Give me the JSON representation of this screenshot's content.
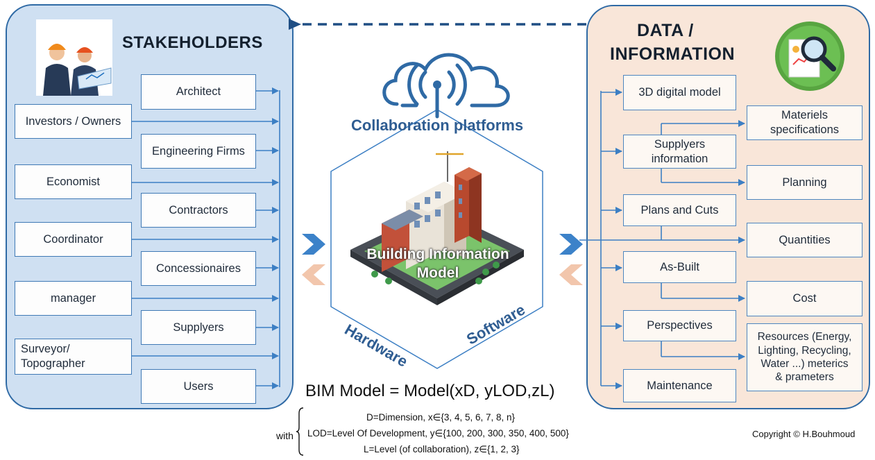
{
  "stakeholders": {
    "title": "STAKEHOLDERS",
    "right_column": [
      "Architect",
      "Engineering Firms",
      "Contractors",
      "Concessionaires",
      "Supplyers",
      "Users"
    ],
    "left_column": [
      "Investors / Owners",
      "Economist",
      "Coordinator",
      "manager",
      "Surveyor/\nTopographer"
    ]
  },
  "data_panel": {
    "title_line1": "DATA /",
    "title_line2": "INFORMATION",
    "left_column": [
      "3D digital model",
      "Supplyers\ninformation",
      "Plans and Cuts",
      "As-Built",
      "Perspectives",
      "Maintenance"
    ],
    "right_column": [
      "Materiels\nspecifications",
      "Planning",
      "Quantities",
      "Cost",
      "Resources (Energy,\nLighting, Recycling,\nWater ...) meterics\n& prameters"
    ]
  },
  "center": {
    "cloud_label": "Collaboration platforms",
    "building_label_line1": "Building Information",
    "building_label_line2": "Model",
    "hardware_label": "Hardware",
    "software_label": "Software"
  },
  "formula": {
    "main": "BIM Model = Model(xD, yLOD,zL)",
    "with_label": "with",
    "line1": "D=Dimension,  x∈{3, 4, 5, 6, 7, 8, n}",
    "line2": "LOD=Level Of Development,  y∈{100, 200, 300, 350, 400, 500}",
    "line3": "L=Level (of collaboration),  z∈{1, 2, 3}"
  },
  "copyright": "Copyright © H.Bouhmoud",
  "colors": {
    "left_panel_bg": "#cfe0f2",
    "right_panel_bg": "#f9e6d9",
    "panel_border": "#2f6aa5",
    "arrow_blue": "#3c7fc4",
    "chevron_blue": "#3c82c9",
    "chevron_peach": "#f2c6ac",
    "dashed_arrow": "#1f4e84"
  },
  "icons": [
    "engineers-icon",
    "magnifier-chart-icon",
    "cloud-wifi-icon",
    "building-icon"
  ]
}
